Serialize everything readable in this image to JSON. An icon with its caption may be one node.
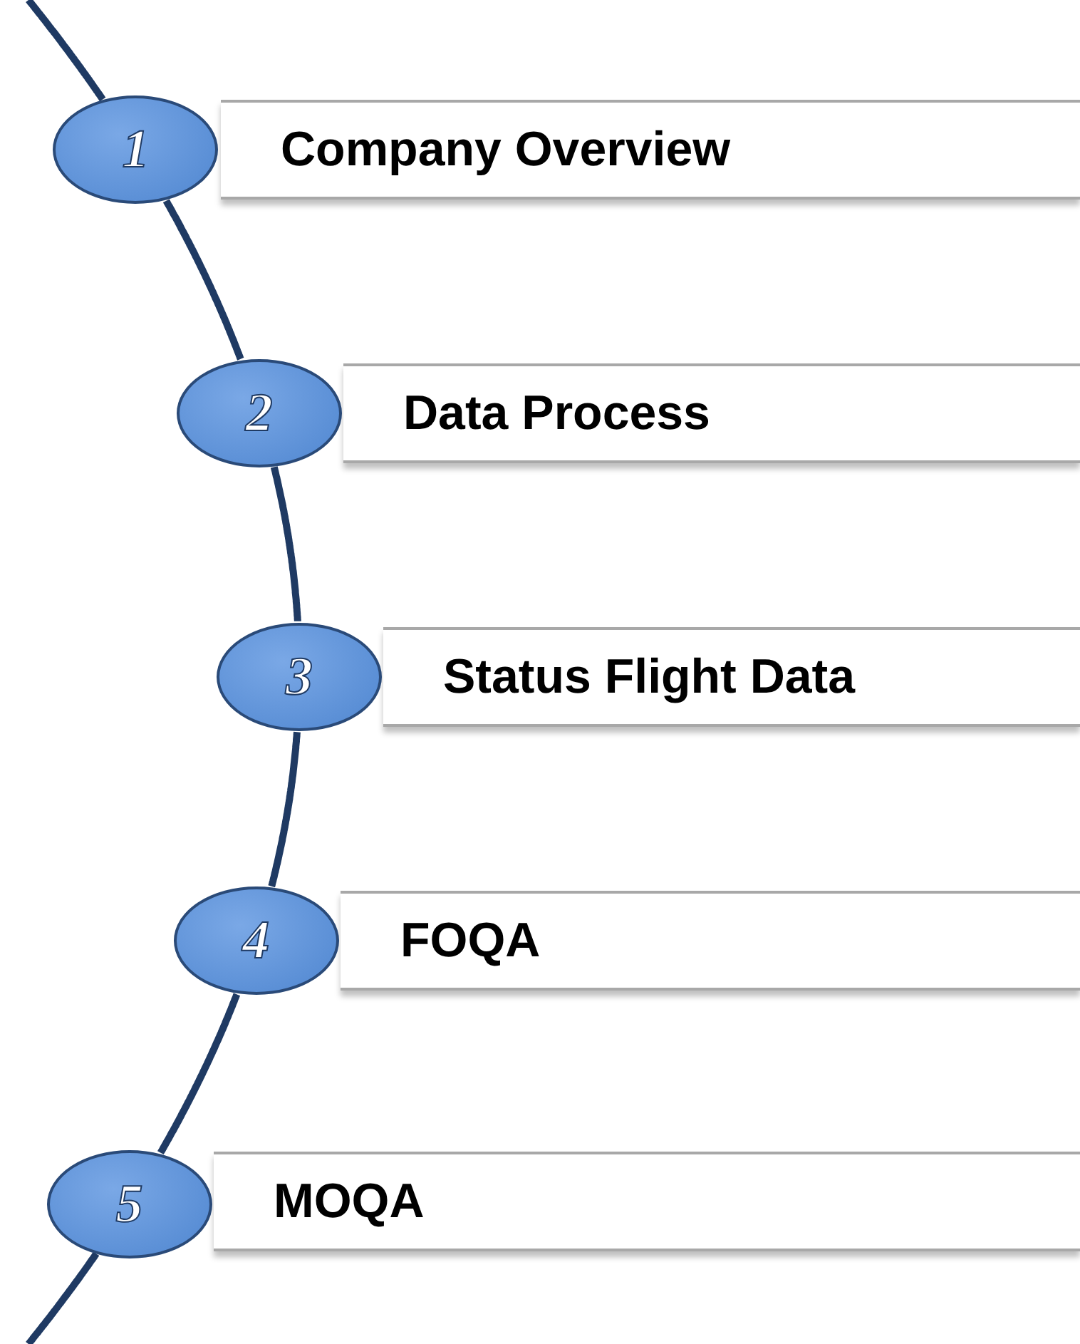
{
  "diagram": {
    "nodes": [
      {
        "text": [
          "1"
        ]
      },
      {
        "text": [
          "Company Overview"
        ]
      },
      {
        "text": [
          "2"
        ]
      },
      {
        "text": [
          "Data Process"
        ]
      },
      {
        "text": [
          "3"
        ]
      },
      {
        "text": [
          "Status Flight Data"
        ]
      },
      {
        "text": [
          "4"
        ]
      },
      {
        "text": [
          "FOQA"
        ]
      },
      {
        "text": [
          "5"
        ]
      },
      {
        "text": [
          "MOQA"
        ]
      }
    ],
    "edges": [
      {
        "from": null,
        "to": 0,
        "arrow": "none"
      },
      {
        "from": 0,
        "to": 2,
        "arrow": "none"
      },
      {
        "from": 2,
        "to": 4,
        "arrow": "none"
      },
      {
        "from": 4,
        "to": 6,
        "arrow": "none"
      },
      {
        "from": 6,
        "to": 8,
        "arrow": "none"
      },
      {
        "from": 8,
        "to": null,
        "arrow": "none"
      }
    ]
  }
}
